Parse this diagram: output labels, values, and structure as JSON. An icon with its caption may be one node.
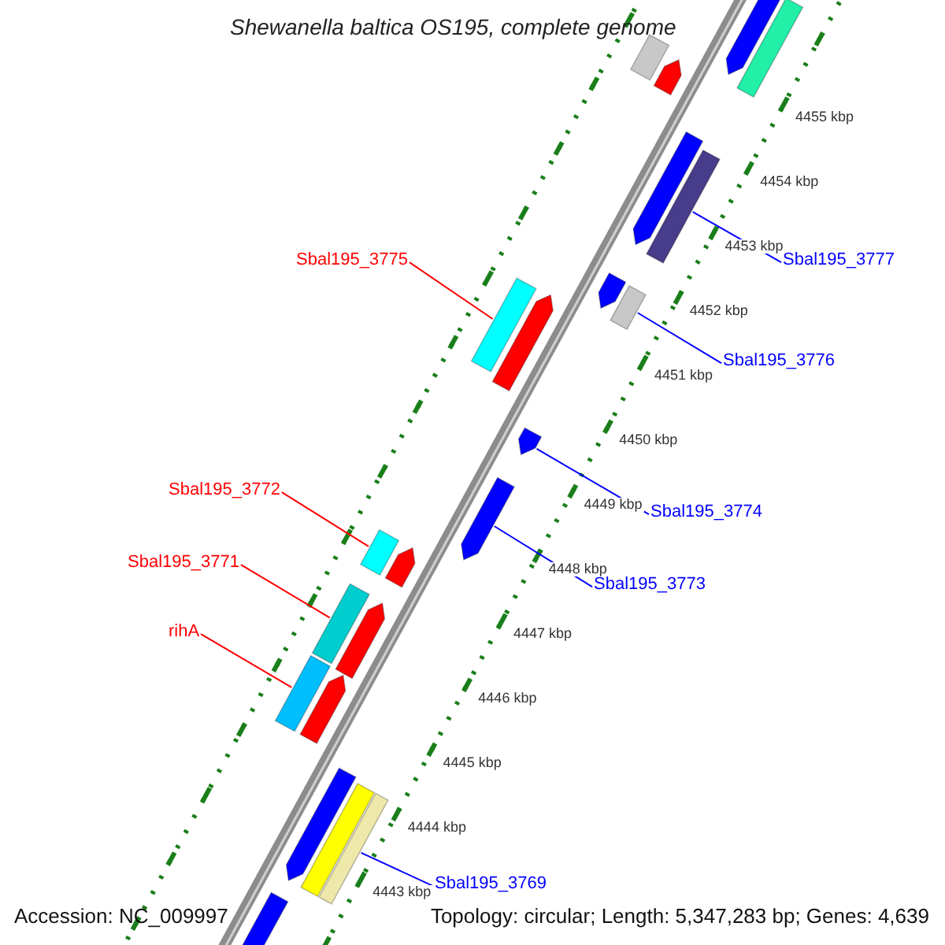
{
  "diagram": {
    "title": "Shewanella baltica OS195, complete genome",
    "nodes": [
      {
        "text": [
          "Sbal195_3775"
        ]
      },
      {
        "text": [],
        "shape": "bar"
      },
      {
        "text": [
          "Sbal195_3777"
        ]
      },
      {
        "text": [],
        "shape": "bar"
      },
      {
        "text": [
          "Sbal195_3776"
        ]
      },
      {
        "text": [],
        "shape": "bar"
      },
      {
        "text": [
          "Sbal195_3772"
        ]
      },
      {
        "text": [],
        "shape": "bar"
      },
      {
        "text": [
          "Sbal195_3774"
        ]
      },
      {
        "text": [],
        "shape": "bar"
      },
      {
        "text": [
          "Sbal195_3771"
        ]
      },
      {
        "text": [],
        "shape": "bar"
      },
      {
        "text": [
          "Sbal195_3773"
        ]
      },
      {
        "text": [],
        "shape": "bar"
      },
      {
        "text": [
          "rihA"
        ]
      },
      {
        "text": [],
        "shape": "bar"
      },
      {
        "text": [
          "Sbal195_3769"
        ]
      },
      {
        "text": [],
        "shape": "bar"
      },
      {
        "text": [],
        "shape": "bar"
      },
      {
        "text": [],
        "shape": "bar"
      },
      {
        "text": [],
        "shape": "bar"
      },
      {
        "text": [],
        "shape": "bar"
      },
      {
        "text": [],
        "shape": "bar"
      },
      {
        "text": [],
        "shape": "bar"
      },
      {
        "text": [],
        "shape": "bar"
      },
      {
        "text": [],
        "shape": "bar"
      },
      {
        "text": [],
        "shape": "bar"
      },
      {
        "text": [],
        "shape": "bar"
      },
      {
        "text": [],
        "shape": "bar"
      },
      {
        "text": [],
        "shape": "bar"
      },
      {
        "text": [],
        "shape": "bar"
      }
    ],
    "edges": [
      {
        "from": 0,
        "to": 1,
        "arrow": "none",
        "color": "#ff0000"
      },
      {
        "from": 2,
        "to": 3,
        "arrow": "none"
      },
      {
        "from": 4,
        "to": 5,
        "arrow": "none"
      },
      {
        "from": 6,
        "to": 7,
        "arrow": "none",
        "color": "#ff0000"
      },
      {
        "from": 8,
        "to": 9,
        "arrow": "none"
      },
      {
        "from": 10,
        "to": 11,
        "arrow": "none",
        "color": "#ff0000"
      },
      {
        "from": 12,
        "to": 13,
        "arrow": "none"
      },
      {
        "from": 14,
        "to": 15,
        "arrow": "none",
        "color": "#ff0000"
      },
      {
        "from": 16,
        "to": 17,
        "arrow": "none"
      }
    ],
    "labels": [
      "4455 kbp",
      "4454 kbp",
      "4453 kbp",
      "4452 kbp",
      "4451 kbp",
      "4450 kbp",
      "4449 kbp",
      "4448 kbp",
      "4447 kbp",
      "4446 kbp",
      "4445 kbp",
      "4444 kbp",
      "4443 kbp",
      "Accession: NC_009997",
      "Topology: circular; Length: 5,347,283 bp; Genes: 4,639"
    ]
  }
}
